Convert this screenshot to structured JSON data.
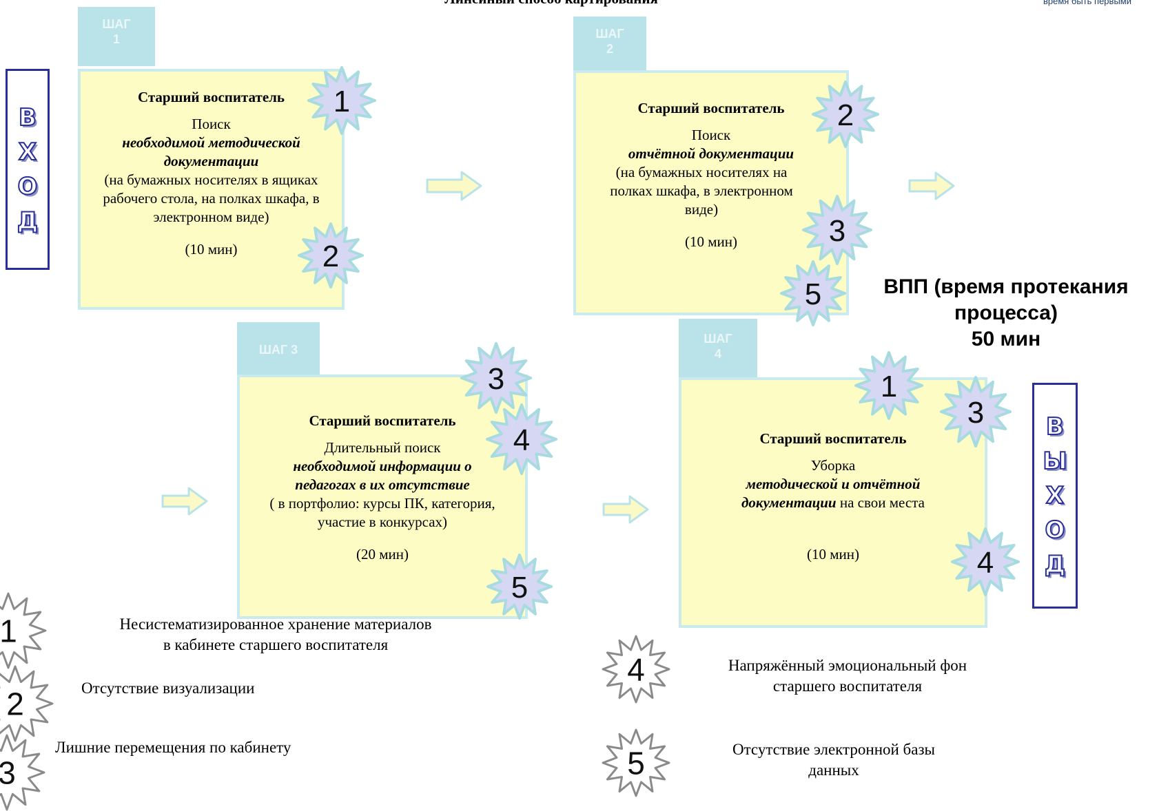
{
  "header": {
    "title": "Линейный способ картирования",
    "brand_tagline": "время быть первыми"
  },
  "entry_label": [
    "В",
    "Х",
    "О",
    "Д"
  ],
  "exit_label": [
    "В",
    "Ы",
    "Х",
    "О",
    "Д"
  ],
  "steps": [
    {
      "tab_line1": "ШАГ",
      "tab_line2": "1",
      "role": "Старший воспитатель",
      "lead": "Поиск",
      "emphasis": "необходимой методической документации",
      "detail": "(на бумажных носителях в ящиках рабочего стола, на полках шкафа, в электронном виде)",
      "tail": "",
      "time": "(10 мин)"
    },
    {
      "tab_line1": "ШАГ",
      "tab_line2": "2",
      "role": "Старший воспитатель",
      "lead": "Поиск",
      "emphasis": "отчётной документации",
      "detail": "(на бумажных носителях на полках шкафа, в электронном виде)",
      "tail": "",
      "time": "(10 мин)"
    },
    {
      "tab_line1": "ШАГ 3",
      "tab_line2": "",
      "role": "Старший воспитатель",
      "lead": "Длительный поиск",
      "emphasis": "необходимой информации о педагогах в их отсутствие",
      "detail": "( в портфолио: курсы ПК, категория, участие в конкурсах)",
      "tail": "",
      "time": "(20 мин)"
    },
    {
      "tab_line1": "ШАГ",
      "tab_line2": "4",
      "role": "Старший воспитатель",
      "lead": "Уборка",
      "emphasis": "методической и отчётной документации",
      "detail": "",
      "tail": " на свои места",
      "time": "(10 мин)"
    }
  ],
  "total_time": {
    "line1": "ВПП (время протекания",
    "line2": "процесса)",
    "line3": "50 мин"
  },
  "markers": {
    "step1": [
      "1",
      "2"
    ],
    "step2": [
      "2",
      "3",
      "5"
    ],
    "step3": [
      "3",
      "4",
      "5"
    ],
    "step4": [
      "1",
      "3",
      "4"
    ]
  },
  "legend": [
    {
      "num": "1",
      "text_line1": "Несистематизированное хранение материалов",
      "text_line2": "в кабинете старшего воспитателя"
    },
    {
      "num": "2",
      "text_line1": "Отсутствие визуализации",
      "text_line2": ""
    },
    {
      "num": "3",
      "text_line1": "Лишние перемещения по кабинету",
      "text_line2": ""
    },
    {
      "num": "4",
      "text_line1": "Напряжённый эмоциональный фон",
      "text_line2": "старшего воспитателя"
    },
    {
      "num": "5",
      "text_line1": "Отсутствие электронной базы",
      "text_line2": "данных"
    }
  ],
  "colors": {
    "box_fill": "#fcfcc4",
    "box_border": "#c9ebee",
    "tab_fill": "#b9e3e8",
    "burst_fill": "#d6d8f3",
    "burst_stroke": "#a8dbe0",
    "legend_burst_stroke": "#8a8a8a",
    "word_stroke": "#2a2f97"
  }
}
